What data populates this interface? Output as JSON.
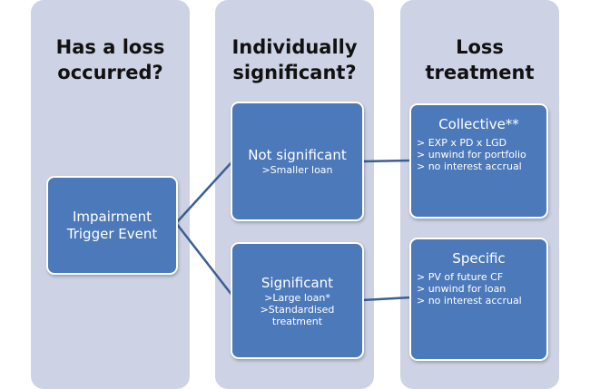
{
  "columns": [
    {
      "title_line1": "Has a loss",
      "title_line2": "occurred?"
    },
    {
      "title_line1": "Individually",
      "title_line2": "significant?"
    },
    {
      "title_line1": "Loss",
      "title_line2": "treatment"
    }
  ],
  "trigger": {
    "line1": "Impairment",
    "line2": "Trigger Event"
  },
  "not_significant": {
    "title": "Not significant",
    "sub1": ">Smaller loan"
  },
  "significant": {
    "title": "Significant",
    "sub1": ">Large loan*",
    "sub2": ">Standardised",
    "sub3": "treatment"
  },
  "collective": {
    "title": "Collective**",
    "items": [
      "> EXP x PD x LGD",
      "> unwind for portfolio",
      "> no interest accrual"
    ]
  },
  "specific": {
    "title": "Specific",
    "items": [
      "> PV of future CF",
      "> unwind for loan",
      "> no interest accrual"
    ]
  },
  "colors": {
    "column_bg": "#cdd3e5",
    "node_fill": "#4c79b9",
    "connector": "#3d5f91"
  }
}
